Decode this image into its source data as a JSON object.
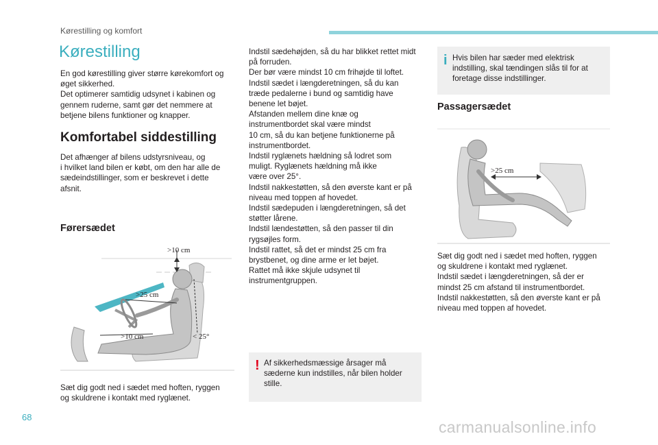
{
  "header": {
    "section": "Kørestilling og komfort"
  },
  "title": "Kørestilling",
  "intro": [
    "En god kørestilling giver større kørekomfort og",
    "øget sikkerhed.",
    "Det optimerer samtidig udsynet i kabinen og",
    "gennem ruderne, samt gør det nemmere at",
    "betjene bilens funktioner og knapper."
  ],
  "comfort": {
    "heading": "Komfortabel siddestilling",
    "text": [
      "Det afhænger af bilens udstyrsniveau, og",
      "i hvilket land bilen er købt, om den har alle de",
      "sædeindstillinger, som er beskrevet i dette",
      "afsnit."
    ]
  },
  "driver": {
    "heading": "Førersædet",
    "labels": {
      "top": ">10 cm",
      "middle": ">25 cm",
      "knee": ">10 cm",
      "angle": "< 25°"
    },
    "caption": [
      "Sæt dig godt ned i sædet med hoften, ryggen",
      "og skuldrene i kontakt med ryglænet."
    ]
  },
  "middle_text": [
    "Indstil sædehøjden, så du har blikket rettet midt",
    "på forruden.",
    "Der bør være mindst 10 cm frihøjde til loftet.",
    "Indstil sædet i længderetningen, så du kan",
    "træde pedalerne i bund og samtidig have",
    "benene let bøjet.",
    "Afstanden mellem dine knæ og",
    "instrumentbordet skal være mindst",
    "10 cm, så du kan betjene funktionerne på",
    "instrumentbordet.",
    "Indstil ryglænets hældning så lodret som",
    "muligt. Ryglænets hældning må ikke",
    "være over 25°.",
    "Indstil nakkestøtten, så den øverste kant er på",
    "niveau med toppen af hovedet.",
    "Indstil sædepuden i længderetningen, så det",
    "støtter lårene.",
    "Indstil lændestøtten, så den passer til din",
    "rygsøjles form.",
    "Indstil rattet, så det er mindst 25 cm fra",
    "brystbenet, og dine arme er let bøjet.",
    "Rattet må ikke skjule udsynet til",
    "instrumentgruppen."
  ],
  "warning": {
    "icon": "!",
    "icon_color": "#e2001a",
    "text": [
      "Af sikkerhedsmæssige årsager må",
      "sæderne kun indstilles, når bilen holder",
      "stille."
    ]
  },
  "info": {
    "icon": "i",
    "icon_color": "#3aaebe",
    "text": [
      "Hvis bilen har sæder med elektrisk",
      "indstilling, skal tændingen slås til for at",
      "foretage disse indstillinger."
    ]
  },
  "passenger": {
    "heading": "Passagersædet",
    "labels": {
      "distance": ">25 cm"
    },
    "text": [
      "Sæt dig godt ned i sædet med hoften, ryggen",
      "og skuldrene i kontakt med ryglænet.",
      "Indstil sædet i længderetningen, så der er",
      "mindst 25 cm afstand til instrumentbordet.",
      "Indstil nakkestøtten, så den øverste kant er på",
      "niveau med toppen af hovedet."
    ]
  },
  "page_number": "68",
  "watermark": "carmanualsonline.info",
  "colors": {
    "accent": "#3aaebe",
    "header_bar": "#8fd3dc",
    "note_bg": "#efefef"
  }
}
